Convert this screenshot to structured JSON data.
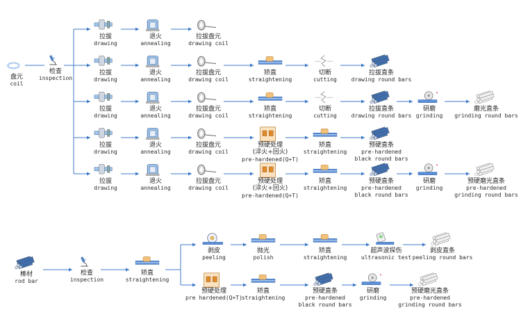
{
  "flow_upper": {
    "start": {
      "cn": "盘元",
      "en": "coil"
    },
    "inspection": {
      "cn": "检查",
      "en": "inspection"
    },
    "rows": [
      [
        {
          "icon": "drawing-machine-icon",
          "cn": "拉拔",
          "en": "drawing"
        },
        {
          "icon": "annealing-furnace-icon",
          "cn": "退火",
          "en": "annealing"
        },
        {
          "icon": "drawing-coil-icon",
          "cn": "拉拔盘元",
          "en": "drawing coil"
        }
      ],
      [
        {
          "icon": "drawing-machine-icon",
          "cn": "拉拔",
          "en": "drawing"
        },
        {
          "icon": "annealing-furnace-icon",
          "cn": "退火",
          "en": "annealing"
        },
        {
          "icon": "drawing-coil-icon",
          "cn": "拉拔盘元",
          "en": "drawing coil"
        },
        {
          "icon": "straightening-machine-icon",
          "cn": "矫直",
          "en": "straightening"
        },
        {
          "icon": "cutting-icon",
          "cn": "切断",
          "en": "cutting"
        },
        {
          "icon": "bar-bundle-blue-icon",
          "cn": "拉拔直条",
          "en": "drawing round bars"
        }
      ],
      [
        {
          "icon": "drawing-machine-icon",
          "cn": "拉拔",
          "en": "drawing"
        },
        {
          "icon": "annealing-furnace-icon",
          "cn": "退火",
          "en": "annealing"
        },
        {
          "icon": "drawing-coil-icon",
          "cn": "拉拔盘元",
          "en": "drawing coil"
        },
        {
          "icon": "straightening-machine-icon",
          "cn": "矫直",
          "en": "straightening"
        },
        {
          "icon": "cutting-icon",
          "cn": "切断",
          "en": "cutting"
        },
        {
          "icon": "bar-bundle-blue-icon",
          "cn": "拉拔直条",
          "en": "drawing round bars"
        },
        {
          "icon": "grinding-machine-icon",
          "cn": "研磨",
          "en": "grinding"
        },
        {
          "icon": "bar-bundle-white-icon",
          "cn": "磨光直条",
          "en": "grinding round bars"
        }
      ],
      [
        {
          "icon": "drawing-machine-icon",
          "cn": "拉拔",
          "en": "drawing"
        },
        {
          "icon": "annealing-furnace-icon",
          "cn": "退火",
          "en": "annealing"
        },
        {
          "icon": "drawing-coil-icon",
          "cn": "拉拔盘元",
          "en": "drawing coil"
        },
        {
          "icon": "heat-treatment-icon",
          "cn": "预硬处理",
          "cn2": "(淬火+回火)",
          "en": "pre-hardened(Q+T)"
        },
        {
          "icon": "straightening-machine-icon",
          "cn": "矫直",
          "en": "straightening"
        },
        {
          "icon": "bar-bundle-blue-icon",
          "cn": "预硬直条",
          "en": "pre-hardened",
          "en2": "black round bars"
        }
      ],
      [
        {
          "icon": "drawing-machine-icon",
          "cn": "拉拔",
          "en": "drawing"
        },
        {
          "icon": "annealing-furnace-icon",
          "cn": "退火",
          "en": "annealing"
        },
        {
          "icon": "drawing-coil-icon",
          "cn": "拉拔盘元",
          "en": "drawing coil"
        },
        {
          "icon": "heat-treatment-icon",
          "cn": "预硬处理",
          "cn2": "(淬火+回火)",
          "en": "pre-hardened(Q+T)"
        },
        {
          "icon": "straightening-machine-icon",
          "cn": "矫直",
          "en": "straightening"
        },
        {
          "icon": "bar-bundle-blue-icon",
          "cn": "预硬直条",
          "en": "pre-hardened",
          "en2": "black round bars"
        },
        {
          "icon": "grinding-machine-icon",
          "cn": "研磨",
          "en": "grinding"
        },
        {
          "icon": "bar-bundle-white-icon",
          "cn": "预硬磨光直条",
          "en": "pre-hardened",
          "en2": "grinding round bars"
        }
      ]
    ]
  },
  "flow_lower": {
    "start": {
      "cn": "棒材",
      "en": "rod bar"
    },
    "inspection": {
      "cn": "检查",
      "en": "inspection"
    },
    "straightening": {
      "cn": "矫直",
      "en": "straightening"
    },
    "rows": [
      [
        {
          "icon": "peeling-machine-icon",
          "cn": "剥皮",
          "en": "peeling"
        },
        {
          "icon": "straightening-machine-icon",
          "cn": "抛光",
          "en": "polish"
        },
        {
          "icon": "straightening-machine-icon",
          "cn": "矫直",
          "en": "straightening"
        },
        {
          "icon": "ultrasonic-test-icon",
          "cn": "超声波探伤",
          "en": "ultrasonic test"
        },
        {
          "icon": "bar-bundle-white-icon",
          "cn": "剥皮直条",
          "en": "peeling round bars"
        }
      ],
      [
        {
          "icon": "heat-treatment-icon",
          "cn": "预硬处理",
          "en": "pre hardened(Q+T)"
        },
        {
          "icon": "straightening-machine-icon",
          "cn": "矫直",
          "en": "straightening"
        },
        {
          "icon": "bar-bundle-blue-icon",
          "cn": "预硬直条",
          "en": "pre-hardened",
          "en2": "black round bars"
        },
        {
          "icon": "grinding-machine-icon",
          "cn": "研磨",
          "en": "grinding"
        },
        {
          "icon": "bar-bundle-white-icon",
          "cn": "预硬磨光直条",
          "en": "pre-hardened",
          "en2": "grinding round bars"
        }
      ]
    ]
  },
  "colors": {
    "arrow": "#3c78c8",
    "text": "#2a2a2a",
    "steel_blue": "#3f6fb0",
    "light_blue": "#9ec3ea",
    "heat": "#e08a2a"
  }
}
